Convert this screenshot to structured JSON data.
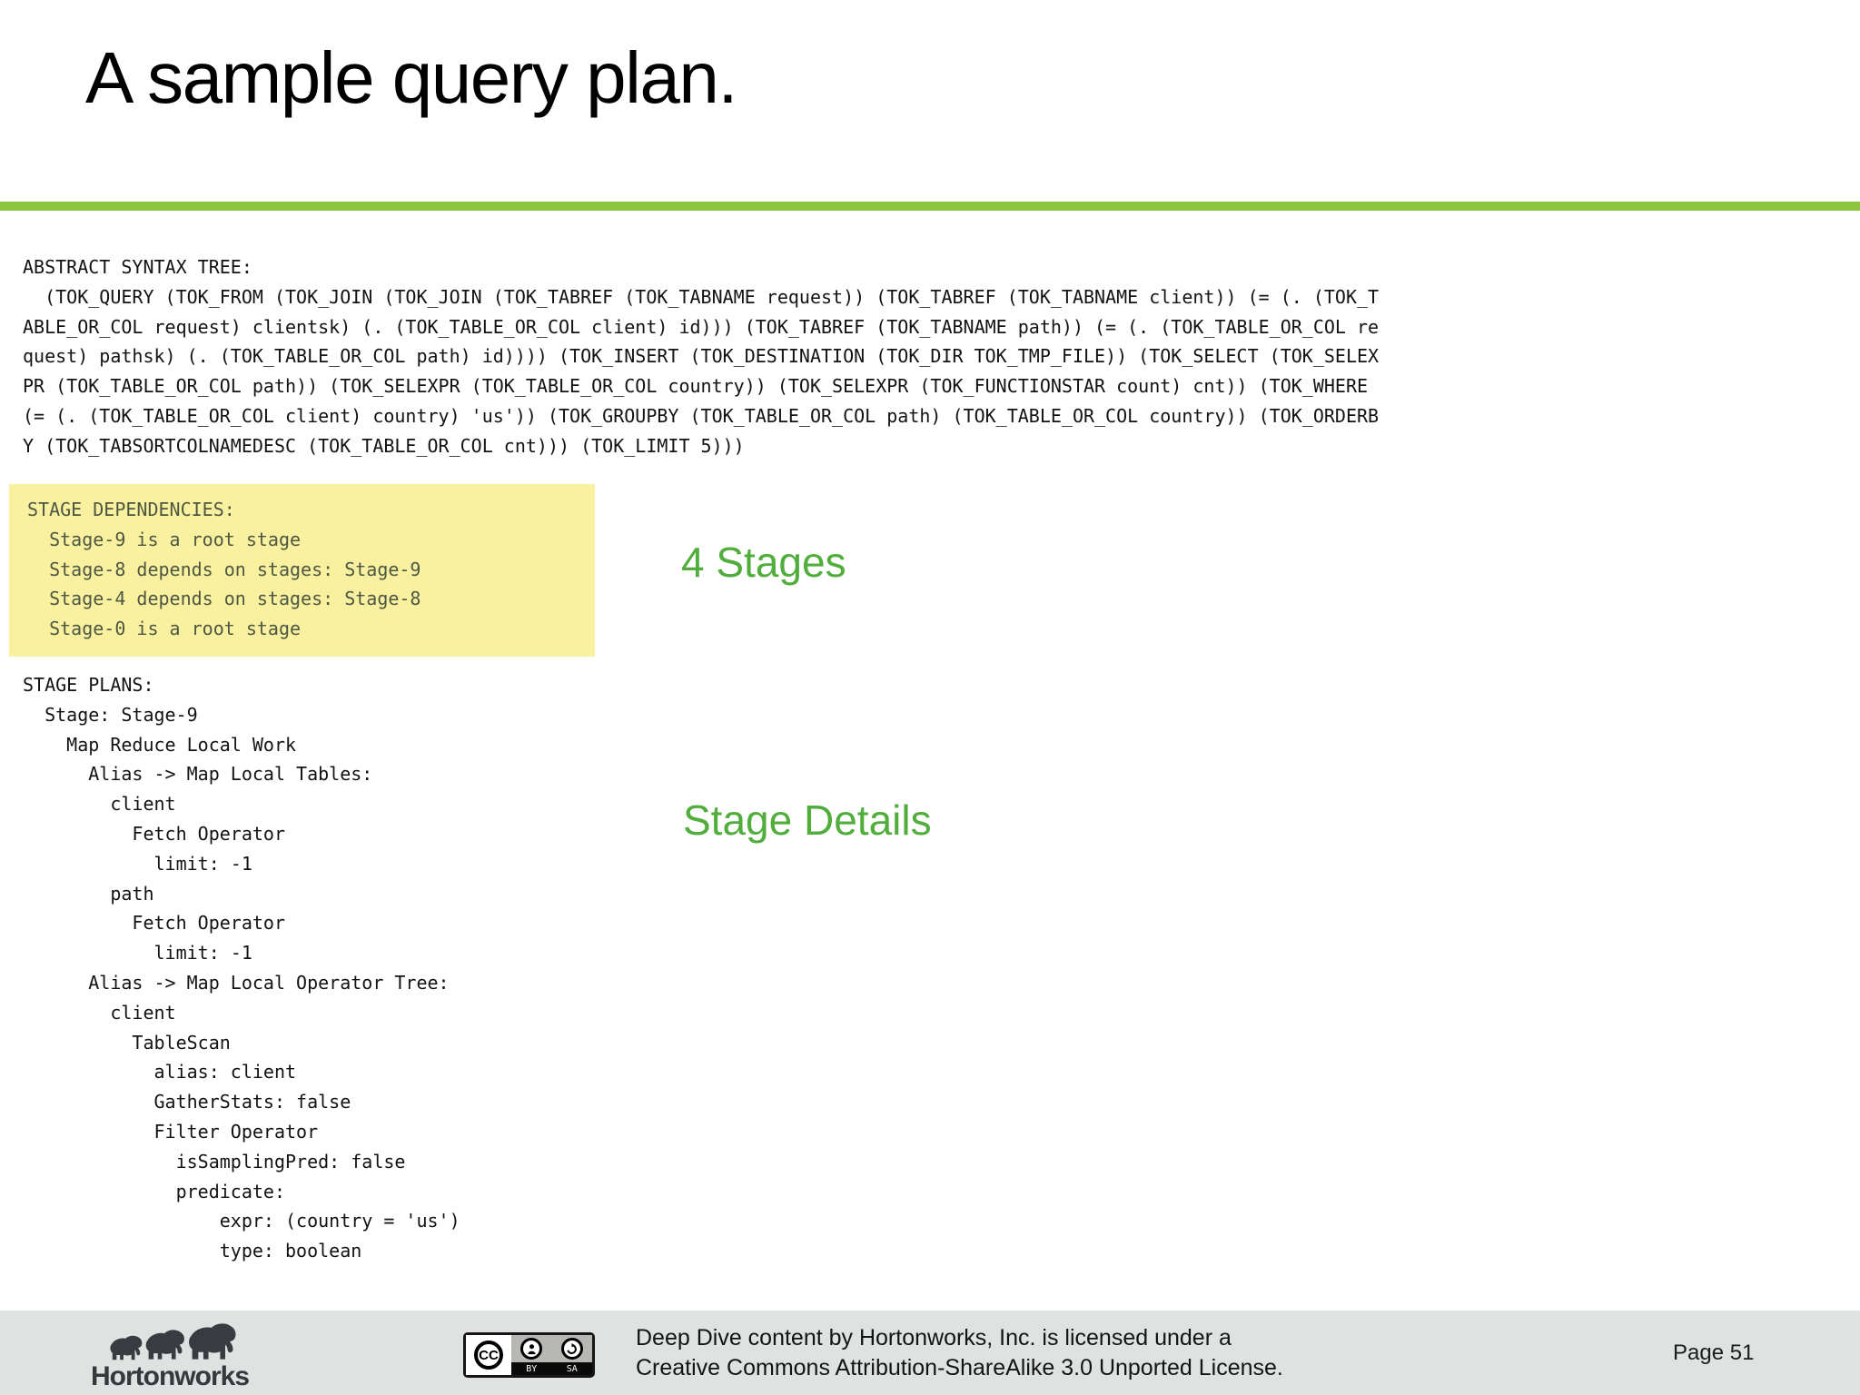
{
  "slide": {
    "title": "A sample query plan.",
    "colors": {
      "accent_green_rule": "#8CC63F",
      "annotation_green": "#52AE3C",
      "highlight_yellow": "#F9F1A0",
      "footer_gray": "#DEE2E1"
    }
  },
  "ast": {
    "lines": [
      "ABSTRACT SYNTAX TREE:",
      "  (TOK_QUERY (TOK_FROM (TOK_JOIN (TOK_JOIN (TOK_TABREF (TOK_TABNAME request)) (TOK_TABREF (TOK_TABNAME client)) (= (. (TOK_T",
      "ABLE_OR_COL request) clientsk) (. (TOK_TABLE_OR_COL client) id))) (TOK_TABREF (TOK_TABNAME path)) (= (. (TOK_TABLE_OR_COL re",
      "quest) pathsk) (. (TOK_TABLE_OR_COL path) id)))) (TOK_INSERT (TOK_DESTINATION (TOK_DIR TOK_TMP_FILE)) (TOK_SELECT (TOK_SELEX",
      "PR (TOK_TABLE_OR_COL path)) (TOK_SELEXPR (TOK_TABLE_OR_COL country)) (TOK_SELEXPR (TOK_FUNCTIONSTAR count) cnt)) (TOK_WHERE",
      "(= (. (TOK_TABLE_OR_COL client) country) 'us')) (TOK_GROUPBY (TOK_TABLE_OR_COL path) (TOK_TABLE_OR_COL country)) (TOK_ORDERB",
      "Y (TOK_TABSORTCOLNAMEDESC (TOK_TABLE_OR_COL cnt))) (TOK_LIMIT 5)))"
    ]
  },
  "stage_dependencies": {
    "lines": [
      "STAGE DEPENDENCIES:",
      "  Stage-9 is a root stage",
      "  Stage-8 depends on stages: Stage-9",
      "  Stage-4 depends on stages: Stage-8",
      "  Stage-0 is a root stage"
    ]
  },
  "stage_plans": {
    "lines": [
      "STAGE PLANS:",
      "  Stage: Stage-9",
      "    Map Reduce Local Work",
      "      Alias -> Map Local Tables:",
      "        client",
      "          Fetch Operator",
      "            limit: -1",
      "        path",
      "          Fetch Operator",
      "            limit: -1",
      "      Alias -> Map Local Operator Tree:",
      "        client",
      "          TableScan",
      "            alias: client",
      "            GatherStats: false",
      "            Filter Operator",
      "              isSamplingPred: false",
      "              predicate:",
      "                  expr: (country = 'us')",
      "                  type: boolean"
    ]
  },
  "annotations": {
    "stages_label": "4 Stages",
    "details_label": "Stage Details"
  },
  "footer": {
    "logo_text": "Hortonworks",
    "license_line1": "Deep Dive content by Hortonworks, Inc. is licensed under a",
    "license_line2": "Creative Commons Attribution-ShareAlike 3.0 Unported License.",
    "page_label": "Page 51",
    "cc_badge": {
      "cc_label": "CC",
      "by_label": "BY",
      "sa_label": "SA"
    },
    "icons": [
      "elephant-icon",
      "cc-logo-icon",
      "attribution-person-icon",
      "share-alike-icon"
    ]
  }
}
